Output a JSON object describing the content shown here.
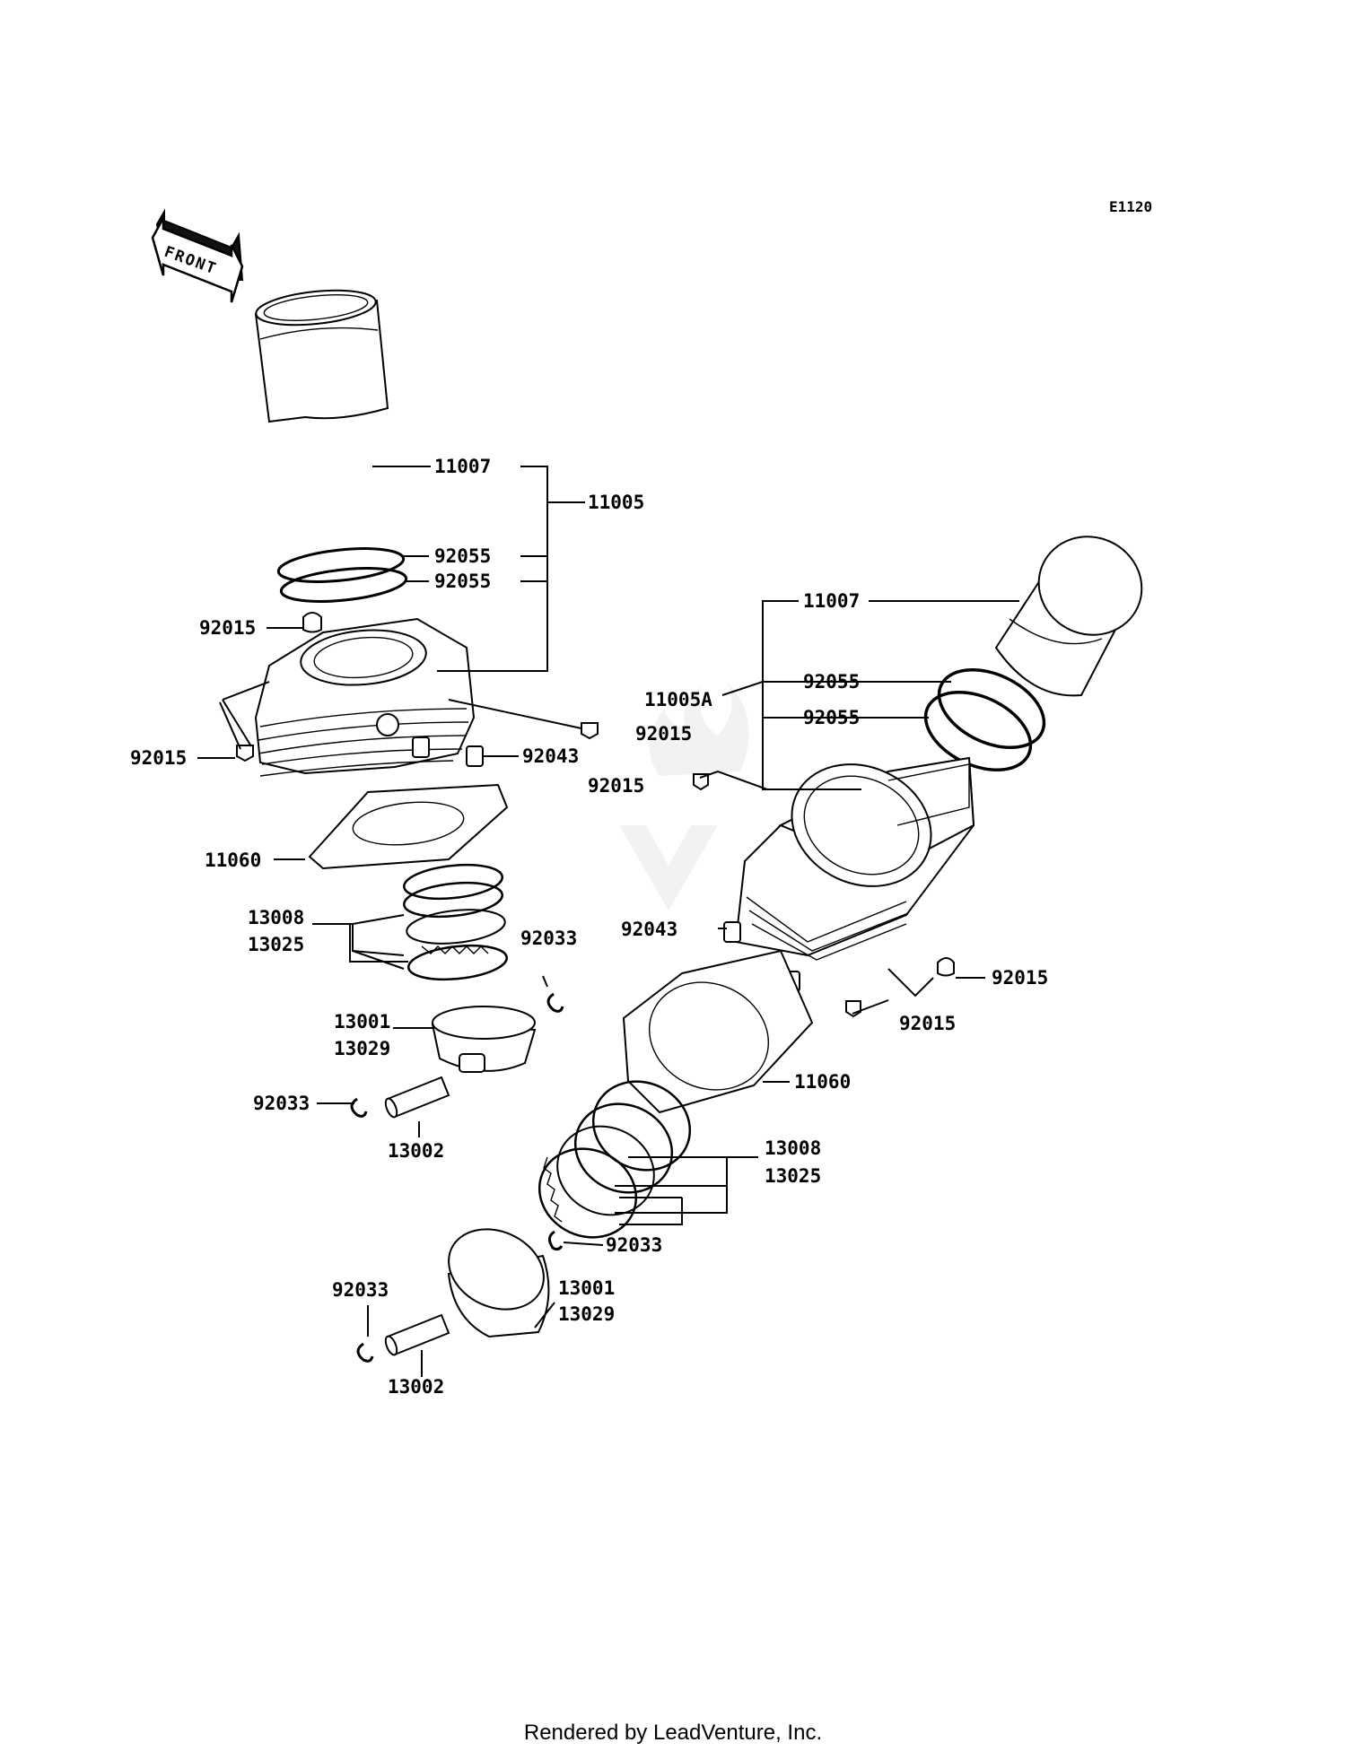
{
  "diagram": {
    "code": "E1120",
    "front_label": "FRONT",
    "watermark": "LEADVENTURE",
    "labels": {
      "l_11007": "11007",
      "l_11005": "11005",
      "l_92055_a": "92055",
      "l_92055_b": "92055",
      "l_92015_top": "92015",
      "l_92015_left": "92015",
      "l_92015_mid": "92015",
      "l_92043": "92043",
      "l_11060": "11060",
      "l_13008": "13008",
      "l_13025": "13025",
      "l_92033_a": "92033",
      "l_13001": "13001",
      "l_13029": "13029",
      "l_92033_b": "92033",
      "l_13002": "13002",
      "r_11007": "11007",
      "r_11005A": "11005A",
      "r_92055_a": "92055",
      "r_92055_b": "92055",
      "r_92015_a": "92015",
      "r_92043": "92043",
      "r_92015_b": "92015",
      "r_92015_c": "92015",
      "r_11060": "11060",
      "r_13008": "13008",
      "r_13025": "13025",
      "r_92033_a": "92033",
      "r_13001": "13001",
      "r_13029": "13029",
      "r_92033_b": "92033",
      "r_13002": "13002"
    }
  },
  "footer": "Rendered by LeadVenture, Inc."
}
